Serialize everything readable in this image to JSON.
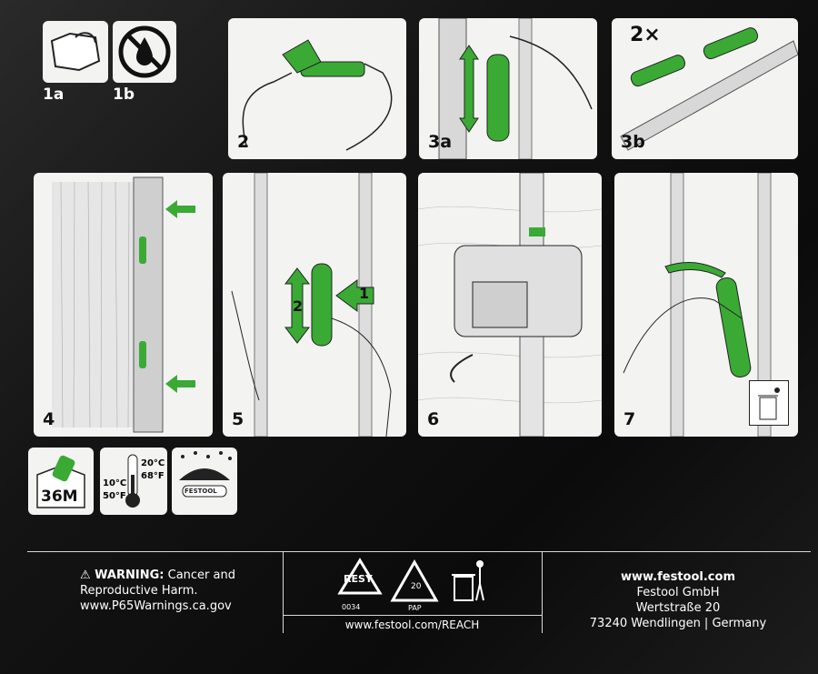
{
  "panels": {
    "p1a": "1a",
    "p1b": "1b",
    "p2": "2",
    "p3a": "3a",
    "p3b": "3b",
    "p3b_qty": "2×",
    "p4": "4",
    "p5": "5",
    "p5_step1": "1",
    "p5_step2": "2",
    "p6": "6",
    "p7": "7"
  },
  "brand": "FESTOOL",
  "bottom_icons": {
    "shelf_life": "36M",
    "temp_high_c": "20°C",
    "temp_high_f": "68°F",
    "temp_low_c": "10°C",
    "temp_low_f": "50°F"
  },
  "footer": {
    "warning_title": "⚠ WARNING:",
    "warning_text_1": " Cancer and",
    "warning_text_2": "Reproductive Harm.",
    "warning_url": "www.P65Warnings.ca.gov",
    "recycle_resy": "RESY",
    "recycle_code": "0034",
    "pap_num": "20",
    "pap_label": "PAP",
    "reach_url": "www.festool.com/REACH",
    "company_url": "www.festool.com",
    "company_name": "Festool GmbH",
    "street": "Wertstraße 20",
    "city": "73240 Wendlingen | Germany"
  },
  "colors": {
    "accent": "#3aaa35",
    "panel": "#f3f4f2",
    "background": "#0d0d0d"
  }
}
